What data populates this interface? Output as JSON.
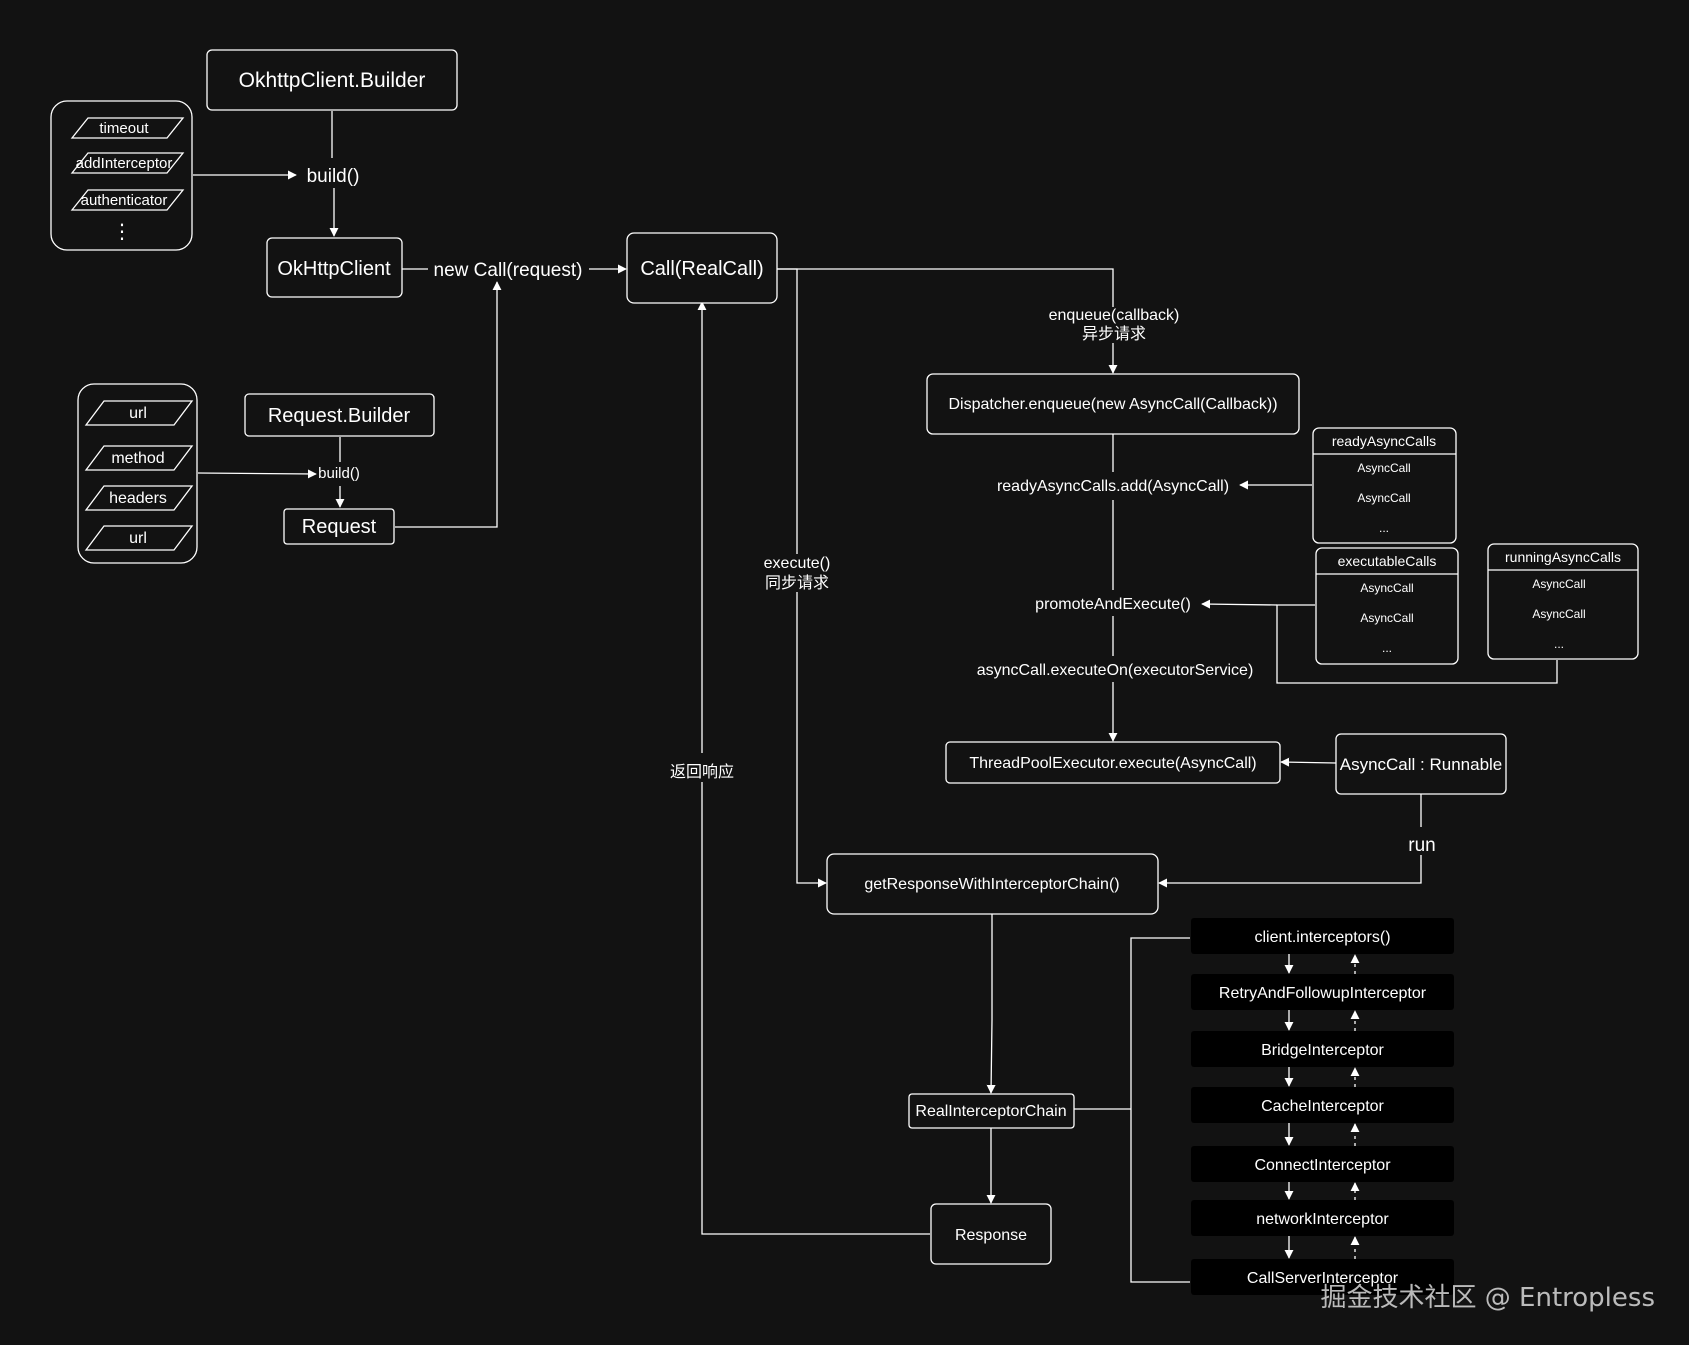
{
  "nodes": {
    "okhttp_builder": "OkhttpClient.Builder",
    "okhttp_client": "OkHttpClient",
    "call": "Call(RealCall)",
    "request_builder": "Request.Builder",
    "request": "Request",
    "dispatcher": "Dispatcher.enqueue(new AsyncCall(Callback))",
    "threadpool": "ThreadPoolExecutor.execute(AsyncCall)",
    "asynccall_runnable": "AsyncCall : Runnable",
    "get_response": "getResponseWithInterceptorChain()",
    "real_chain": "RealInterceptorChain",
    "response": "Response"
  },
  "client_params": [
    "timeout",
    "addInterceptor",
    "authenticator"
  ],
  "client_params_more": "⋮",
  "request_params": [
    "url",
    "method",
    "headers",
    "url"
  ],
  "queues": {
    "ready": {
      "title": "readyAsyncCalls",
      "items": [
        "AsyncCall",
        "AsyncCall",
        "..."
      ]
    },
    "executable": {
      "title": "executableCalls",
      "items": [
        "AsyncCall",
        "AsyncCall",
        "..."
      ]
    },
    "running": {
      "title": "runningAsyncCalls",
      "items": [
        "AsyncCall",
        "AsyncCall",
        "..."
      ]
    }
  },
  "interceptors": [
    {
      "label": "client.interceptors()",
      "dashed": true
    },
    {
      "label": "RetryAndFollowupInterceptor",
      "dashed": false
    },
    {
      "label": "BridgeInterceptor",
      "dashed": false
    },
    {
      "label": "CacheInterceptor",
      "dashed": false
    },
    {
      "label": "ConnectInterceptor",
      "dashed": false
    },
    {
      "label": "networkInterceptor",
      "dashed": true
    },
    {
      "label": "CallServerInterceptor",
      "dashed": false
    }
  ],
  "labels": {
    "build_client": "build()",
    "new_call": "new Call(request)",
    "build_request": "build()",
    "enqueue": "enqueue(callback)",
    "enqueue_sub": "异步请求",
    "ready_add": "readyAsyncCalls.add(AsyncCall)",
    "promote": "promoteAndExecute()",
    "execute_on": "asyncCall.executeOn(executorService)",
    "execute": "execute()",
    "execute_sub": "同步请求",
    "return_response": "返回响应",
    "run": "run"
  },
  "watermark": "掘金技术社区 @ Entropless"
}
